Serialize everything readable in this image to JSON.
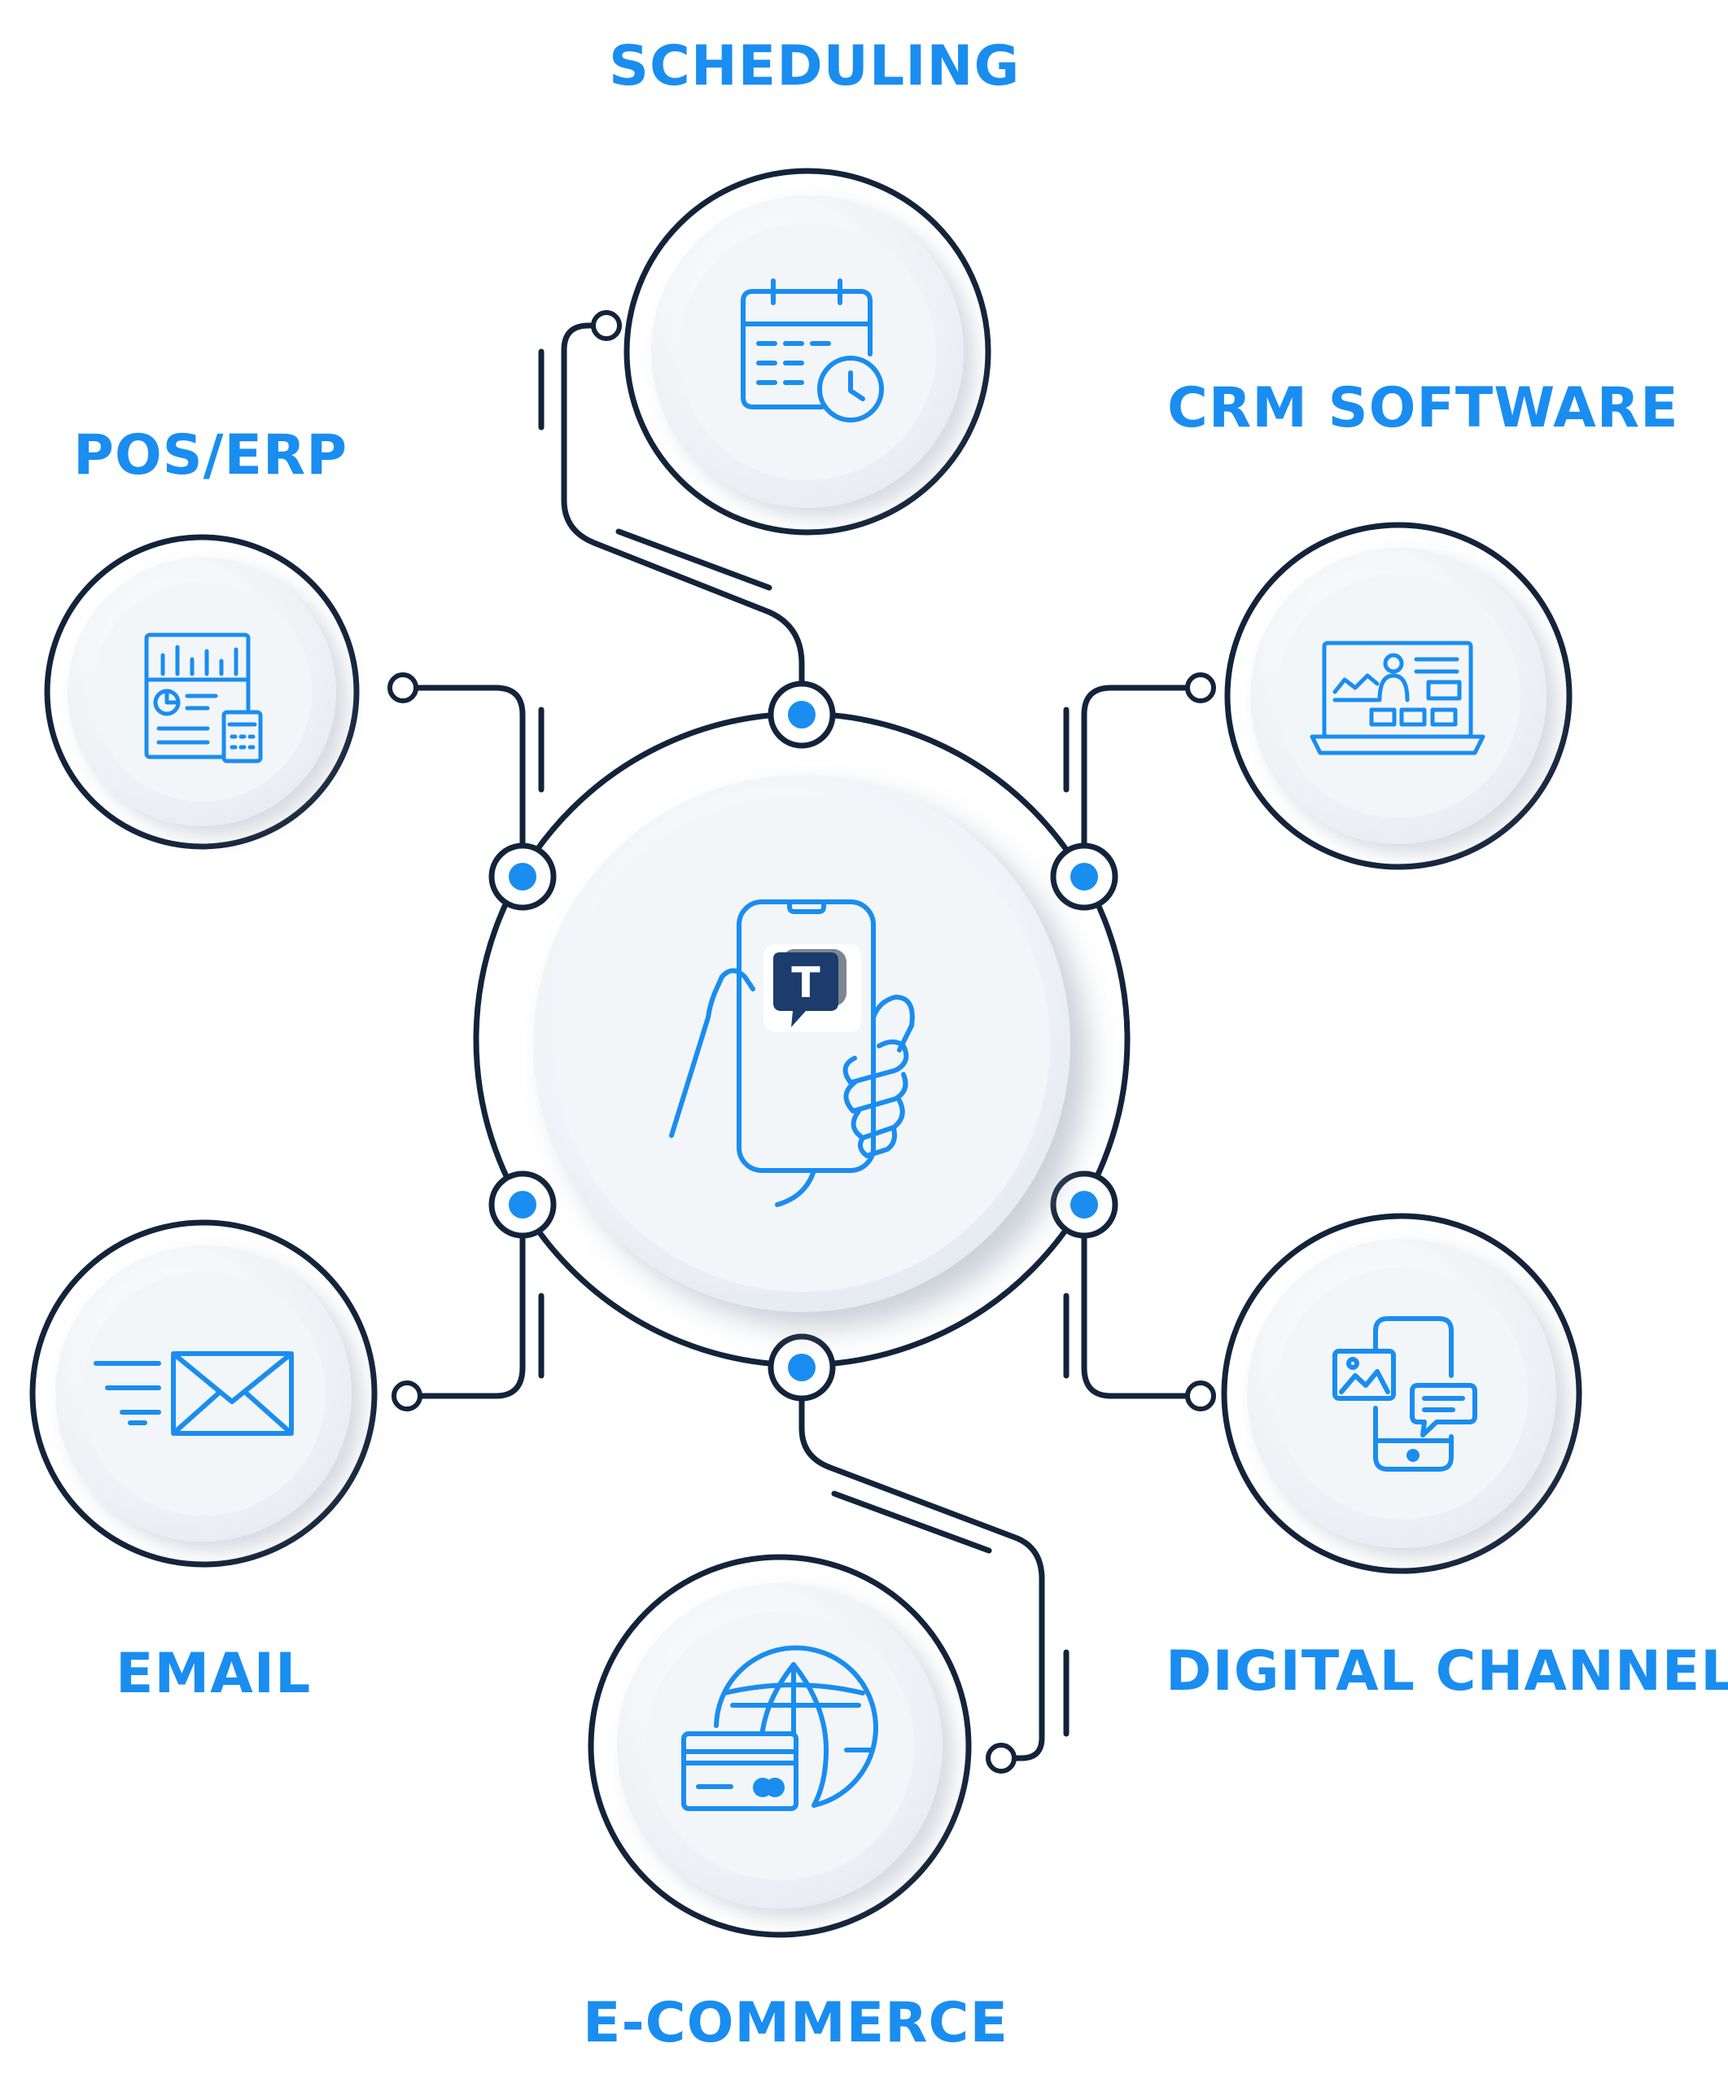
{
  "colors": {
    "accent": "#1a8df0",
    "line": "#13233a",
    "disc": "#f4f6f9",
    "brand_dark": "#1c3c6e"
  },
  "hub": {
    "icon": "hand-holding-phone-icon",
    "logo_letter": "T"
  },
  "nodes": [
    {
      "id": "scheduling",
      "label": "SCHEDULING",
      "icon": "calendar-clock-icon"
    },
    {
      "id": "crm",
      "label": "CRM SOFTWARE",
      "icon": "laptop-dashboard-icon"
    },
    {
      "id": "pos",
      "label": "POS/ERP",
      "icon": "report-calculator-icon"
    },
    {
      "id": "email",
      "label": "EMAIL",
      "icon": "envelope-icon"
    },
    {
      "id": "digital",
      "label": "DIGITAL CHANNELS",
      "icon": "phone-chat-icon"
    },
    {
      "id": "ecommerce",
      "label": "E-COMMERCE",
      "icon": "globe-card-icon"
    }
  ]
}
